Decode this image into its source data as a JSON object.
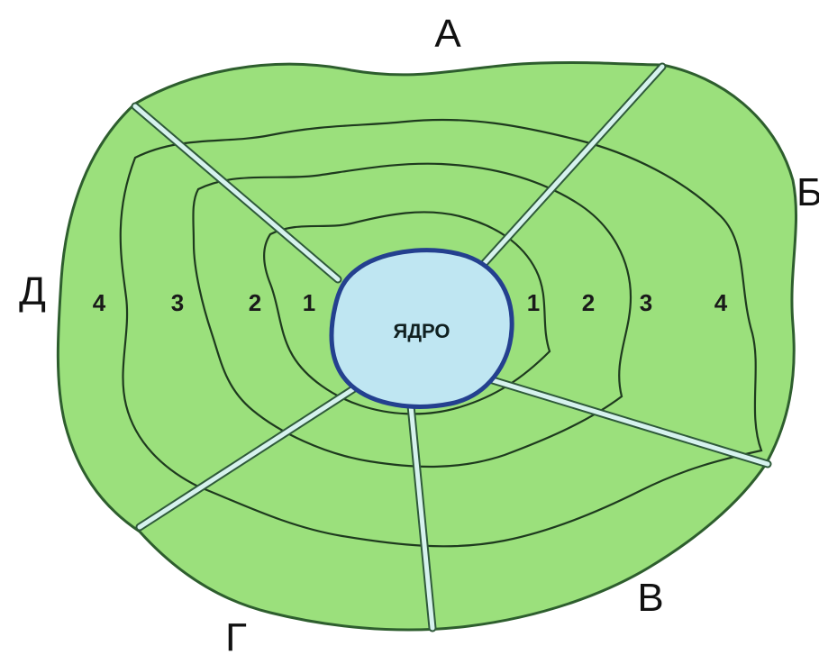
{
  "diagram": {
    "core_label": "ЯДРО",
    "sectors": {
      "a": "А",
      "b": "Б",
      "v": "В",
      "g": "Г",
      "d": "Д"
    },
    "zones_left": [
      "4",
      "3",
      "2",
      "1"
    ],
    "zones_right": [
      "1",
      "2",
      "3",
      "4"
    ],
    "colors": {
      "land_fill": "#9be07c",
      "land_outline": "#2e5e2e",
      "ring_line": "#1e3a1e",
      "core_fill": "#bfe6f2",
      "core_outline": "#24408f",
      "divider": "#d6f2ee"
    }
  }
}
